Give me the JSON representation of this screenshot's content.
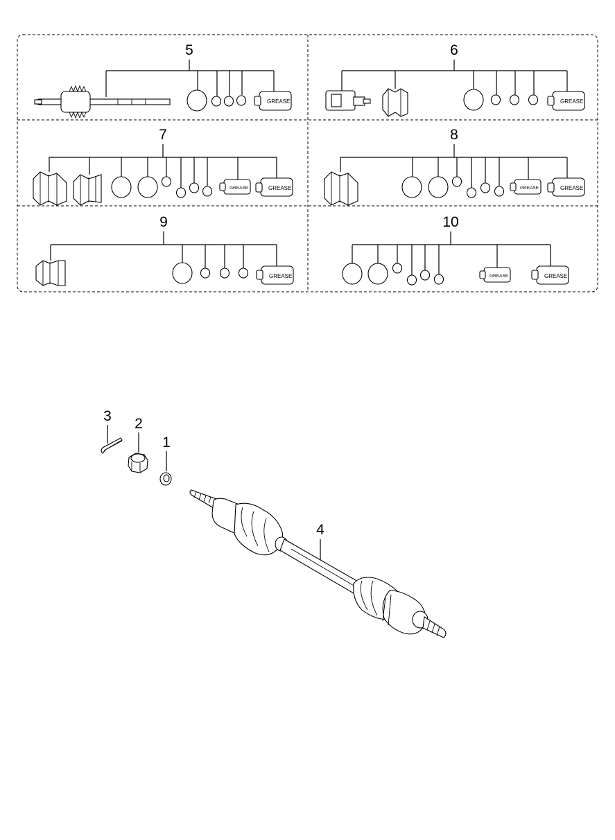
{
  "kits": [
    {
      "number": "5"
    },
    {
      "number": "6"
    },
    {
      "number": "7"
    },
    {
      "number": "8"
    },
    {
      "number": "9"
    },
    {
      "number": "10"
    }
  ],
  "callouts": [
    {
      "number": "3"
    },
    {
      "number": "2"
    },
    {
      "number": "1"
    },
    {
      "number": "4"
    }
  ],
  "grease_label": "GREASE"
}
